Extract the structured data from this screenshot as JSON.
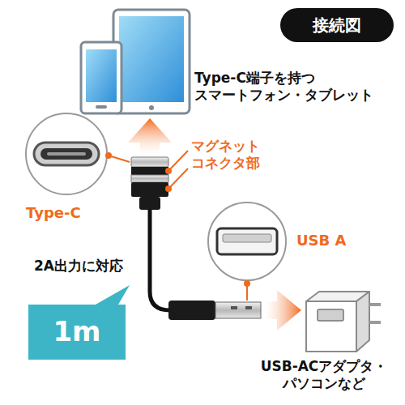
{
  "diagram": {
    "title": "接続図",
    "nodes": [
      {
        "text": [
          "1m"
        ]
      }
    ],
    "labels": [
      "Type-C端子を持つ スマートフォン・タブレット",
      "マグネット コネクタ部",
      "Type-C",
      "USB A",
      "2A出力に対応",
      "USB-ACアダプタ・ パソコンなど"
    ]
  }
}
